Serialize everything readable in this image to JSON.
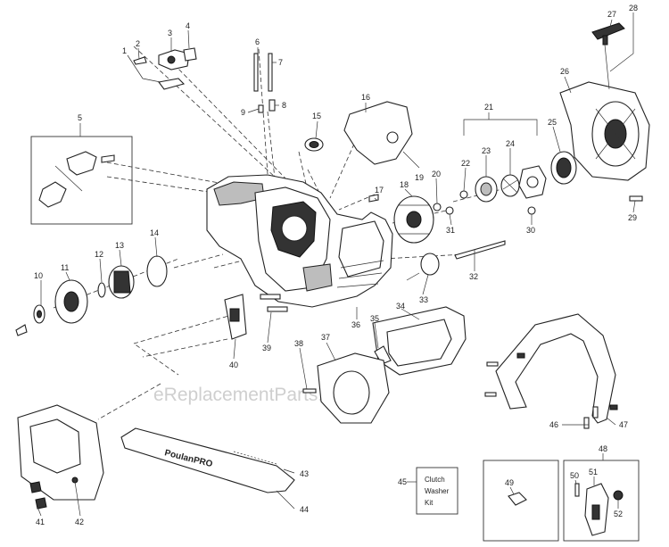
{
  "watermark": "eReplacementParts.com",
  "brand_logo": "PoulanPRO",
  "kit_label": {
    "line1": "Clutch",
    "line2": "Washer",
    "line3": "Kit"
  },
  "callouts": {
    "n1": "1",
    "n2": "2",
    "n3": "3",
    "n4": "4",
    "n5": "5",
    "n6": "6",
    "n7": "7",
    "n8": "8",
    "n9": "9",
    "n10": "10",
    "n11": "11",
    "n12": "12",
    "n13": "13",
    "n14": "14",
    "n15": "15",
    "n16": "16",
    "n17": "17",
    "n18": "18",
    "n19": "19",
    "n20": "20",
    "n21": "21",
    "n22": "22",
    "n23": "23",
    "n24": "24",
    "n25": "25",
    "n26": "26",
    "n27": "27",
    "n28": "28",
    "n29": "29",
    "n30": "30",
    "n31": "31",
    "n32": "32",
    "n33": "33",
    "n34": "34",
    "n35": "35",
    "n36": "36",
    "n37": "37",
    "n38": "38",
    "n39": "39",
    "n40": "40",
    "n41": "41",
    "n42": "42",
    "n43": "43",
    "n44": "44",
    "n45": "45",
    "n46": "46",
    "n47": "47",
    "n48": "48",
    "n49": "49",
    "n50": "50",
    "n51": "51",
    "n52": "52"
  }
}
